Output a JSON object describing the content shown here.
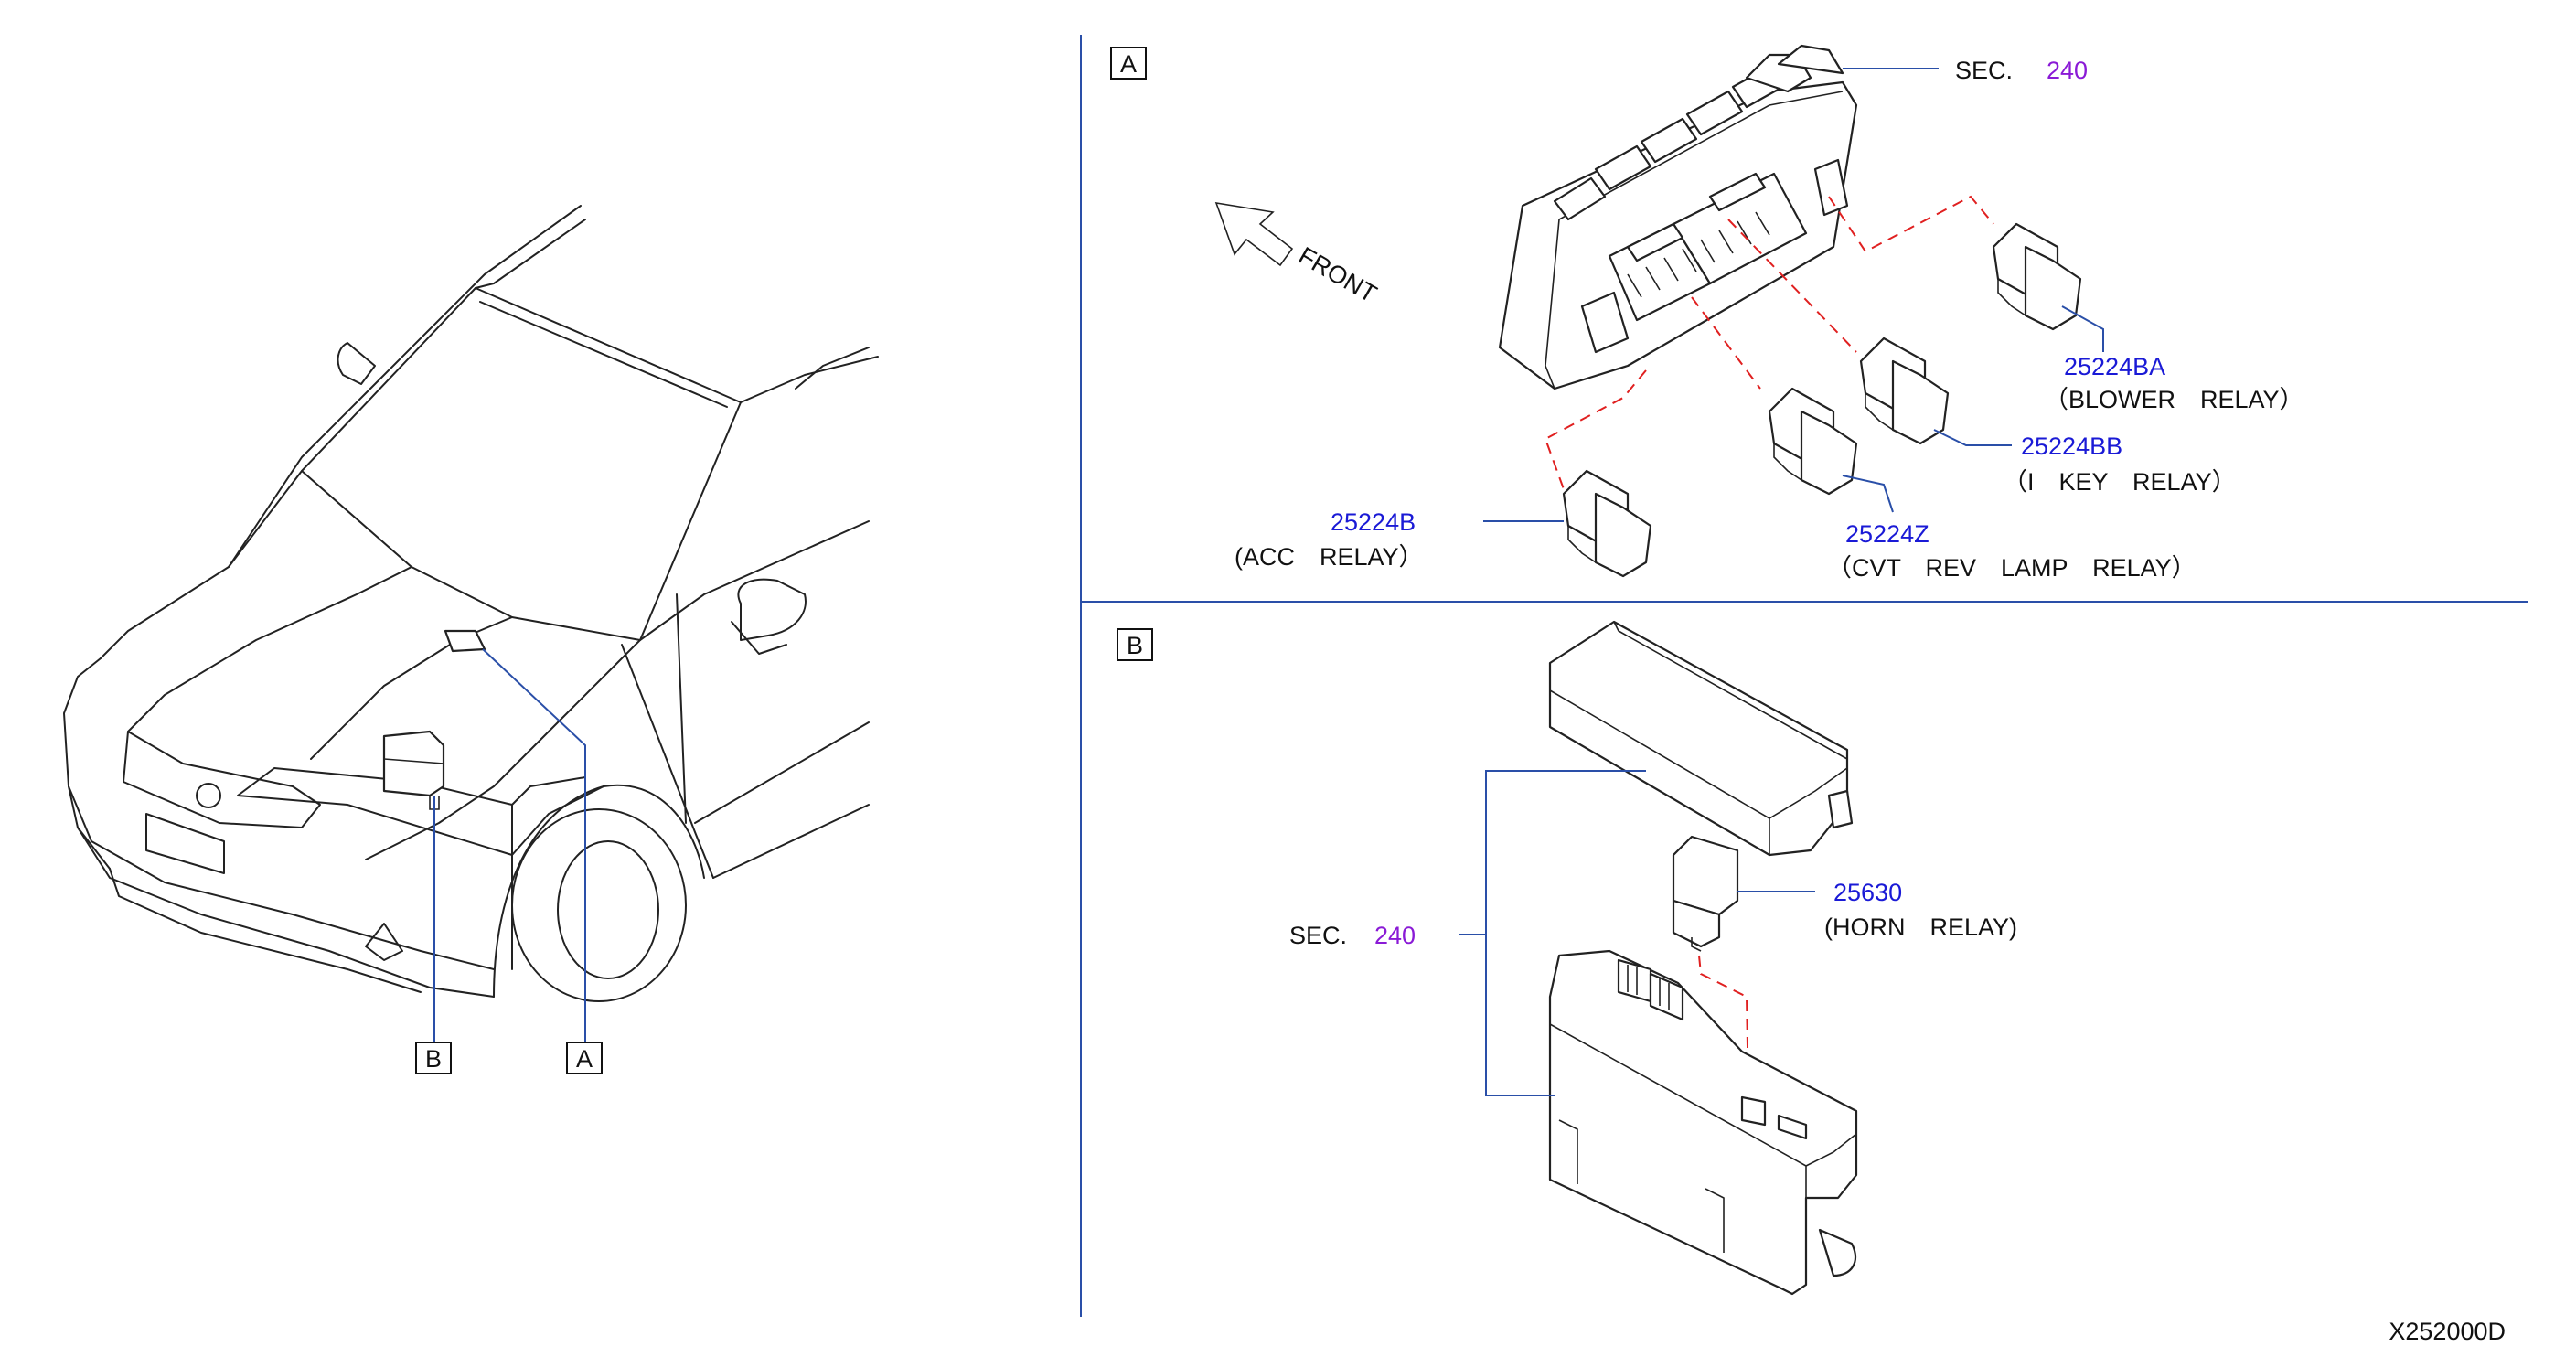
{
  "callouts": {
    "car_a": "A",
    "car_b": "B",
    "panel_a": "A",
    "panel_b": "B"
  },
  "panel_a": {
    "front_label": "FRONT",
    "sec_prefix": "SEC.",
    "sec_number": "240",
    "parts": [
      {
        "number": "25224BA",
        "name": "（BLOWER　RELAY）"
      },
      {
        "number": "25224BB",
        "name": "（I　KEY　RELAY）"
      },
      {
        "number": "25224Z",
        "name": "（CVT　REV　LAMP　RELAY）"
      },
      {
        "number": "25224B",
        "name": "(ACC　RELAY）"
      }
    ]
  },
  "panel_b": {
    "sec_prefix": "SEC.",
    "sec_number": "240",
    "parts": [
      {
        "number": "25630",
        "name": "(HORN　RELAY)"
      }
    ]
  },
  "diagram_id": "X252000D",
  "colors": {
    "part_number": "#1a1ad6",
    "section_number": "#8a1ad6",
    "leader_line": "#2a4fa8",
    "relay_dashed_line": "#e02020"
  }
}
